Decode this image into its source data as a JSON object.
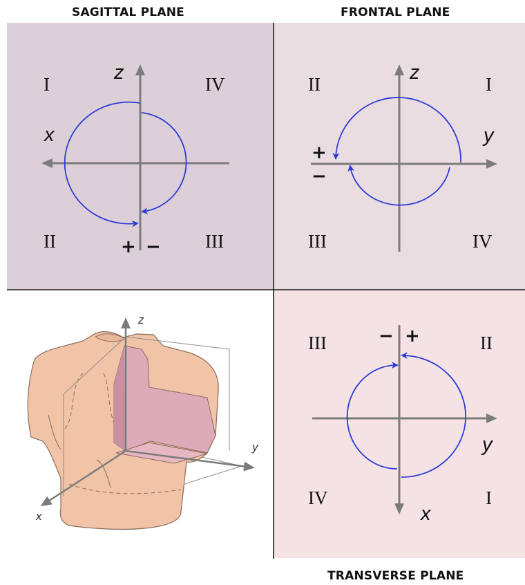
{
  "panels": {
    "sagittal": {
      "title": "SAGITTAL PLANE",
      "bg": "#ddcfd8",
      "quadrants": {
        "top_left": "I",
        "top_right": "IV",
        "bottom_left": "II",
        "bottom_right": "III"
      },
      "axes": {
        "vertical": "z",
        "horizontal": "x"
      },
      "signs": {
        "plus": "+",
        "minus": "−"
      }
    },
    "frontal": {
      "title": "FRONTAL PLANE",
      "bg": "#eadde2",
      "quadrants": {
        "top_left": "II",
        "top_right": "I",
        "bottom_left": "III",
        "bottom_right": "IV"
      },
      "axes": {
        "vertical": "z",
        "horizontal": "y"
      },
      "signs": {
        "plus": "+",
        "minus": "−"
      }
    },
    "transverse": {
      "title": "TRANSVERSE PLANE",
      "bg": "#f4e2e4",
      "quadrants": {
        "top_left": "III",
        "top_right": "II",
        "bottom_left": "IV",
        "bottom_right": "I"
      },
      "axes": {
        "vertical": "x",
        "horizontal": "y"
      },
      "signs": {
        "plus": "+",
        "minus": "−"
      }
    },
    "torso": {
      "axes": {
        "z": "z",
        "y": "y",
        "x": "x"
      }
    }
  },
  "colors": {
    "axis": "#7b7b7b",
    "loop": "#2b3bd6",
    "divider": "#111111",
    "skin": "#f1c4a8",
    "plane": "#dcaab9"
  }
}
